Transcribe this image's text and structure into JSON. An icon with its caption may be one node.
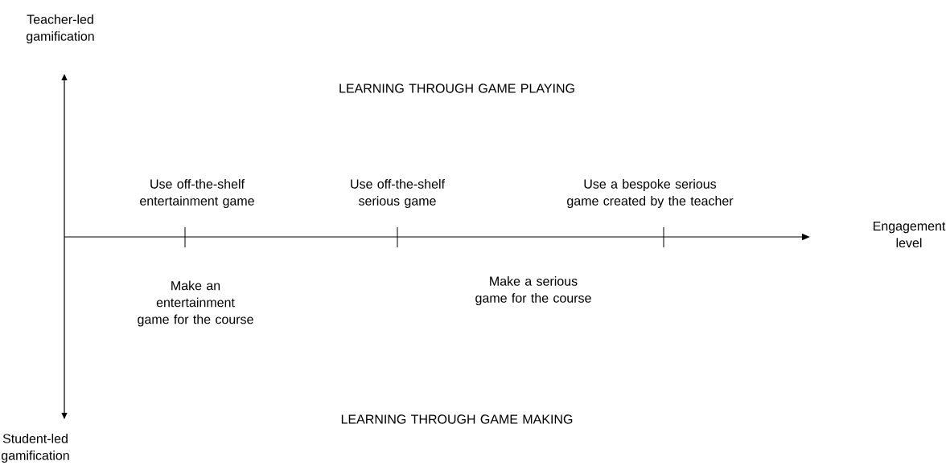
{
  "diagram": {
    "labels": [
      "Teacher-led gamification",
      "LEARNING THROUGH GAME PLAYING",
      "Use off-the-shelf entertainment game",
      "Use off-the-shelf serious game",
      "Use a bespoke serious game created by the teacher",
      "Engagement level",
      "Make an entertainment game for the course",
      "Make a serious game for the course",
      "LEARNING THROUGH GAME MAKING",
      "Student-led gamification"
    ]
  }
}
